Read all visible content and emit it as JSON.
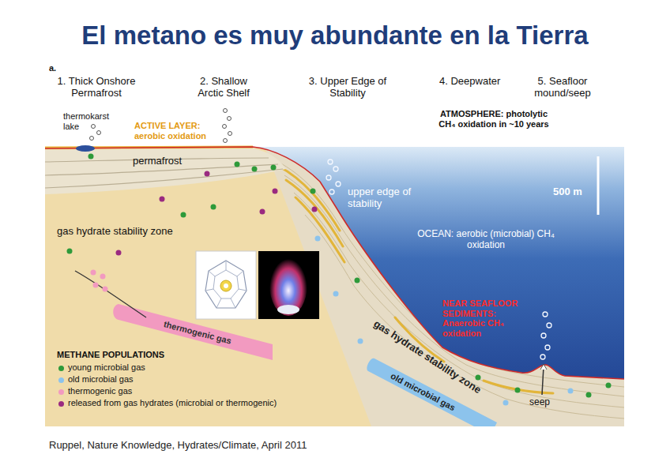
{
  "diagram": {
    "title": "El metano es muy abundante en la Tierra",
    "caption": "Ruppel, Nature Knowledge, Hydrates/Climate, April 2011",
    "labels": [
      "a.",
      "1. Thick Onshore Permafrost",
      "2. Shallow Arctic Shelf",
      "3. Upper Edge of Stability",
      "4. Deepwater",
      "5. Seafloor mound/seep",
      "thermokarst lake",
      "ACTIVE LAYER: aerobic oxidation",
      "ATMOSPHERE: photolytic CH₄ oxidation in ~10 years",
      "permafrost",
      "upper edge of stability",
      "500 m",
      "gas hydrate stability zone",
      "OCEAN: aerobic (microbial) CH₄ oxidation",
      "thermogenic gas",
      "NEAR SEAFLOOR SEDIMENTS: Anaerobic CH₄ oxidation",
      "gas hydrate stability zone",
      "old microbial gas",
      "seep",
      "METHANE POPULATIONS"
    ],
    "legend": [
      {
        "text": "young microbial gas",
        "color": "#2e9a3a"
      },
      {
        "text": "old microbial gas",
        "color": "#8cc3ec"
      },
      {
        "text": "thermogenic gas",
        "color": "#f29ac0"
      },
      {
        "text": "released from gas hydrates (microbial or thermogenic)",
        "color": "#9a2a80"
      }
    ]
  }
}
